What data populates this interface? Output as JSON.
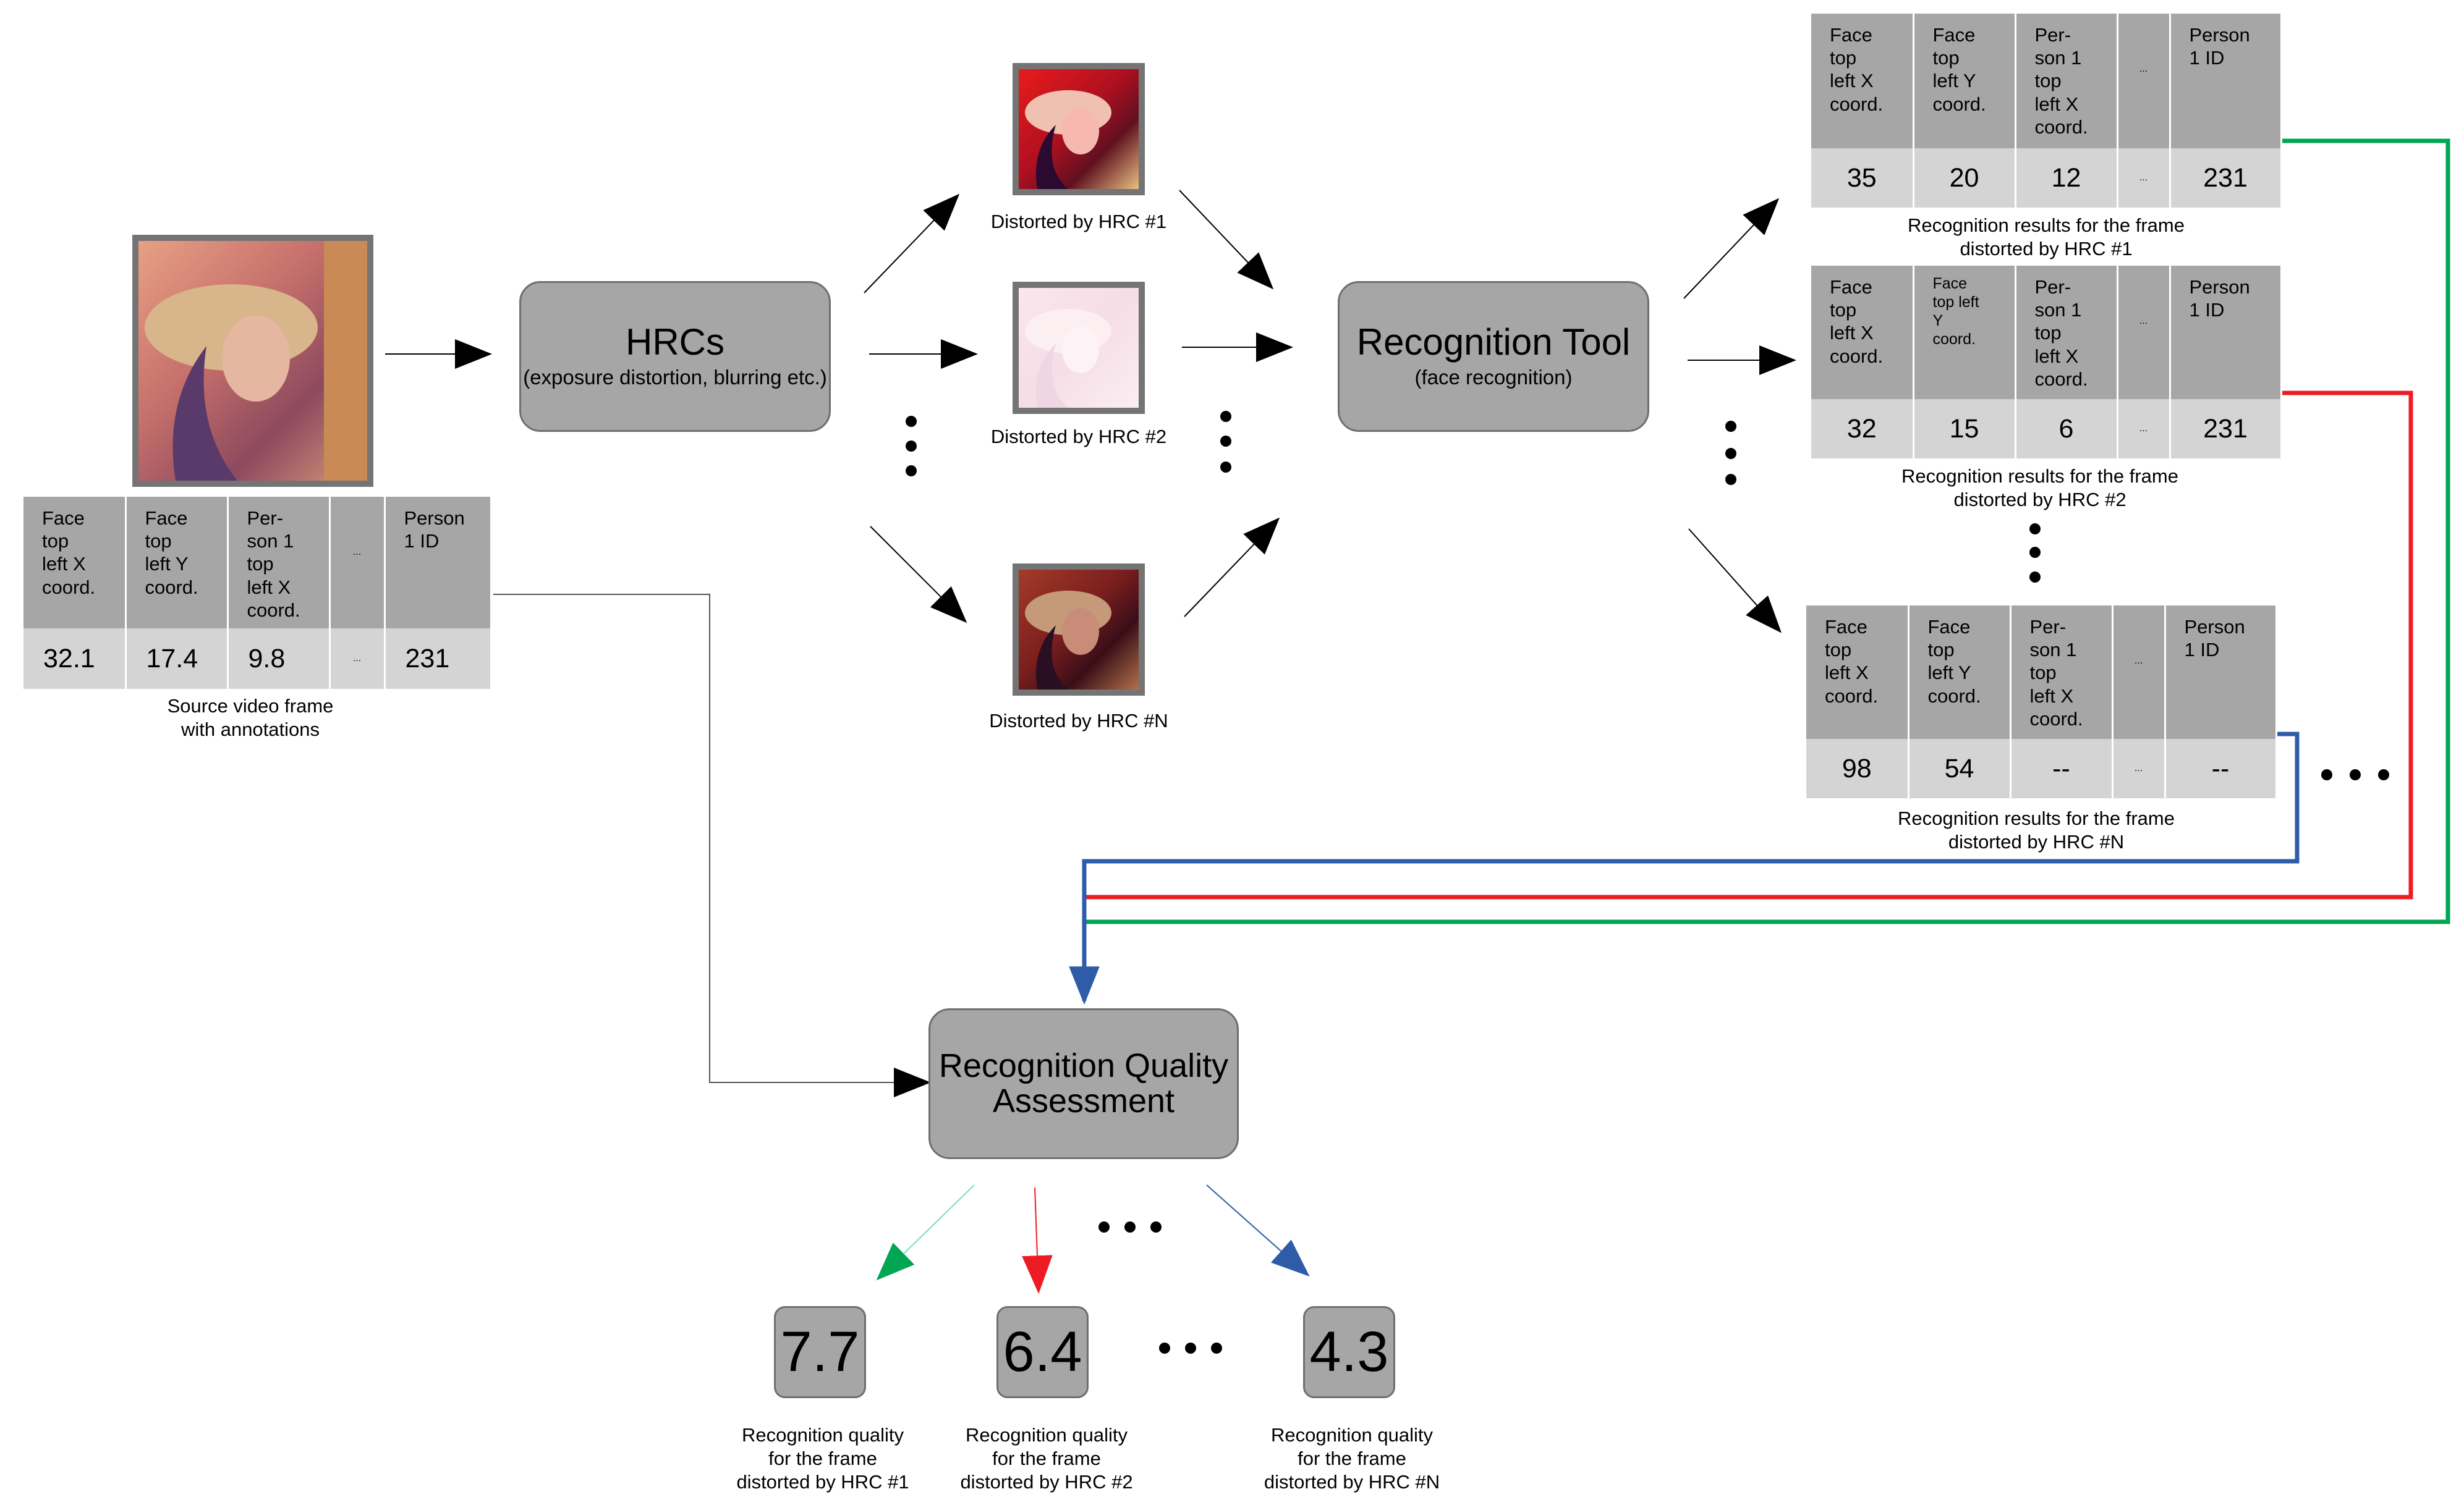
{
  "colors": {
    "box_fill": "#a6a6a6",
    "box_border": "#6f6f6f",
    "value_row": "#d4d4d4",
    "green": "#00a651",
    "red": "#ed1c24",
    "blue": "#2e5ca8"
  },
  "source": {
    "image": "lena-portrait",
    "headers": [
      "Face\ntop\nleft X\ncoord.",
      "Face\ntop\nleft Y\ncoord.",
      "Per-\nson 1\ntop\nleft X\ncoord.",
      "...",
      "Person\n1 ID"
    ],
    "values": [
      "32.1",
      "17.4",
      "9.8",
      "...",
      "231"
    ],
    "caption": "Source video frame\nwith annotations"
  },
  "hrcs": {
    "title": "HRCs",
    "subtitle": "(exposure distortion, blurring etc.)"
  },
  "distorted": [
    {
      "caption": "Distorted by HRC #1",
      "image": "lena-saturated"
    },
    {
      "caption": "Distorted by HRC #2",
      "image": "lena-overexposed"
    },
    {
      "caption": "Distorted by HRC #N",
      "image": "lena-dark"
    }
  ],
  "tool": {
    "title": "Recognition Tool",
    "subtitle": "(face recognition)"
  },
  "results": [
    {
      "headers": [
        "Face\ntop\nleft X\ncoord.",
        "Face\ntop\nleft Y\ncoord.",
        "Per-\nson 1\ntop\nleft X\ncoord.",
        "...",
        "Person\n1 ID"
      ],
      "values": [
        "35",
        "20",
        "12",
        "...",
        "231"
      ],
      "caption": "Recognition results for the frame\ndistorted by HRC #1"
    },
    {
      "headers": [
        "Face\ntop\nleft X\ncoord.",
        "Face\ntop left\nY\ncoord.",
        "Per-\nson 1\ntop\nleft X\ncoord.",
        "...",
        "Person\n1 ID"
      ],
      "values": [
        "32",
        "15",
        "6",
        "...",
        "231"
      ],
      "caption": "Recognition results for the frame\ndistorted by HRC #2"
    },
    {
      "headers": [
        "Face\ntop\nleft X\ncoord.",
        "Face\ntop\nleft Y\ncoord.",
        "Per-\nson 1\ntop\nleft X\ncoord.",
        "...",
        "Person\n1 ID"
      ],
      "values": [
        "98",
        "54",
        "--",
        "...",
        "--"
      ],
      "caption": "Recognition results for the frame\ndistorted by HRC #N"
    }
  ],
  "assessment": {
    "title": "Recognition Quality\nAssessment"
  },
  "scores": [
    {
      "value": "7.7",
      "caption": "Recognition quality\nfor the frame\ndistorted by HRC #1"
    },
    {
      "value": "6.4",
      "caption": "Recognition quality\nfor the frame\ndistorted by HRC #2"
    },
    {
      "value": "4.3",
      "caption": "Recognition quality\nfor the frame\ndistorted by HRC #N"
    }
  ]
}
